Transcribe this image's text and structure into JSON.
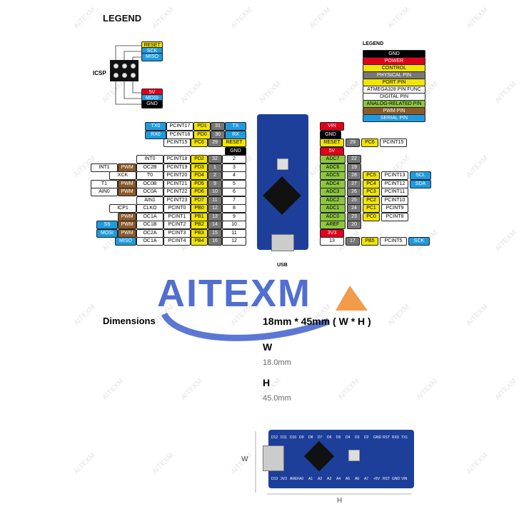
{
  "legend_title": "LEGEND",
  "legend_small_title": "LEGEND",
  "legend_items": [
    {
      "label": "GND",
      "bg": "#000000",
      "fg": "#ffffff"
    },
    {
      "label": "POWER",
      "bg": "#e0001b",
      "fg": "#ffffff"
    },
    {
      "label": "CONTROL",
      "bg": "#f2e500",
      "fg": "#000000"
    },
    {
      "label": "PHYSICAL PIN",
      "bg": "#777777",
      "fg": "#ffffff"
    },
    {
      "label": "PORT PIN",
      "bg": "#f2e500",
      "fg": "#000000"
    },
    {
      "label": "ATMEGA328 PIN FUNC",
      "bg": "#ffffff",
      "fg": "#000000"
    },
    {
      "label": "DIGITAL PIN",
      "bg": "#ffffff",
      "fg": "#000000"
    },
    {
      "label": "ANALOG-RELATED PIN",
      "bg": "#8dc63f",
      "fg": "#000000"
    },
    {
      "label": "PWM PIN",
      "bg": "#8b5a2b",
      "fg": "#ffffff"
    },
    {
      "label": "SERIAL PIN",
      "bg": "#1e9be0",
      "fg": "#ffffff"
    }
  ],
  "icsp": {
    "label": "ICSP",
    "top_labels": [
      "RESET",
      "SCK",
      "MISO"
    ],
    "bottom_labels": [
      "5V",
      "MOSI",
      "GND"
    ]
  },
  "left_rows": [
    [
      {
        "t": "TX0",
        "c": "serial"
      },
      {
        "t": "PCINT17",
        "c": "func"
      },
      {
        "t": "PD1",
        "c": "port"
      },
      {
        "t": "31",
        "c": "phys"
      },
      {
        "t": "TX",
        "c": "serial"
      }
    ],
    [
      {
        "t": "RX0",
        "c": "serial"
      },
      {
        "t": "PCINT16",
        "c": "func"
      },
      {
        "t": "PD0",
        "c": "port"
      },
      {
        "t": "30",
        "c": "phys"
      },
      {
        "t": "RX",
        "c": "serial"
      }
    ],
    [
      {
        "t": "PCINT15",
        "c": "func"
      },
      {
        "t": "PC6",
        "c": "port"
      },
      {
        "t": "29",
        "c": "phys"
      },
      {
        "t": "RESET",
        "c": "ctrl"
      }
    ],
    [
      {
        "t": "GND",
        "c": "gnd"
      }
    ],
    [
      {
        "t": "INT0",
        "c": "func"
      },
      {
        "t": "PCINT18",
        "c": "func"
      },
      {
        "t": "PD2",
        "c": "port"
      },
      {
        "t": "32",
        "c": "phys"
      },
      {
        "t": "2",
        "c": "digital"
      }
    ],
    [
      {
        "t": "INT1",
        "c": "func"
      },
      {
        "t": "PWM",
        "c": "pwm"
      },
      {
        "t": "OC2B",
        "c": "func"
      },
      {
        "t": "PCINT19",
        "c": "func"
      },
      {
        "t": "PD3",
        "c": "port"
      },
      {
        "t": "1",
        "c": "phys"
      },
      {
        "t": "3",
        "c": "digital"
      }
    ],
    [
      {
        "t": "XCK",
        "c": "func"
      },
      {
        "t": "T0",
        "c": "func"
      },
      {
        "t": "PCINT20",
        "c": "func"
      },
      {
        "t": "PD4",
        "c": "port"
      },
      {
        "t": "2",
        "c": "phys"
      },
      {
        "t": "4",
        "c": "digital"
      }
    ],
    [
      {
        "t": "T1",
        "c": "func"
      },
      {
        "t": "PWM",
        "c": "pwm"
      },
      {
        "t": "OC0B",
        "c": "func"
      },
      {
        "t": "PCINT21",
        "c": "func"
      },
      {
        "t": "PD5",
        "c": "port"
      },
      {
        "t": "9",
        "c": "phys"
      },
      {
        "t": "5",
        "c": "digital"
      }
    ],
    [
      {
        "t": "AIN0",
        "c": "func"
      },
      {
        "t": "PWM",
        "c": "pwm"
      },
      {
        "t": "OC0A",
        "c": "func"
      },
      {
        "t": "PCINT22",
        "c": "func"
      },
      {
        "t": "PD6",
        "c": "port"
      },
      {
        "t": "10",
        "c": "phys"
      },
      {
        "t": "6",
        "c": "digital"
      }
    ],
    [
      {
        "t": "AIN1",
        "c": "func"
      },
      {
        "t": "PCINT23",
        "c": "func"
      },
      {
        "t": "PD7",
        "c": "port"
      },
      {
        "t": "11",
        "c": "phys"
      },
      {
        "t": "7",
        "c": "digital"
      }
    ],
    [
      {
        "t": "ICP1",
        "c": "func"
      },
      {
        "t": "CLKO",
        "c": "func"
      },
      {
        "t": "PCINT0",
        "c": "func"
      },
      {
        "t": "PB0",
        "c": "port"
      },
      {
        "t": "12",
        "c": "phys"
      },
      {
        "t": "8",
        "c": "digital"
      }
    ],
    [
      {
        "t": "PWM",
        "c": "pwm"
      },
      {
        "t": "OC1A",
        "c": "func"
      },
      {
        "t": "PCINT1",
        "c": "func"
      },
      {
        "t": "PB1",
        "c": "port"
      },
      {
        "t": "13",
        "c": "phys"
      },
      {
        "t": "9",
        "c": "digital"
      }
    ],
    [
      {
        "t": "SS",
        "c": "serial"
      },
      {
        "t": "PWM",
        "c": "pwm"
      },
      {
        "t": "OC1B",
        "c": "func"
      },
      {
        "t": "PCINT2",
        "c": "func"
      },
      {
        "t": "PB2",
        "c": "port"
      },
      {
        "t": "14",
        "c": "phys"
      },
      {
        "t": "10",
        "c": "digital"
      }
    ],
    [
      {
        "t": "MOSI",
        "c": "serial"
      },
      {
        "t": "PWM",
        "c": "pwm"
      },
      {
        "t": "OC2A",
        "c": "func"
      },
      {
        "t": "PCINT3",
        "c": "func"
      },
      {
        "t": "PB3",
        "c": "port"
      },
      {
        "t": "15",
        "c": "phys"
      },
      {
        "t": "11",
        "c": "digital"
      }
    ],
    [
      {
        "t": "MISO",
        "c": "serial"
      },
      {
        "t": "OC1A",
        "c": "func"
      },
      {
        "t": "PCINT4",
        "c": "func"
      },
      {
        "t": "PB4",
        "c": "port"
      },
      {
        "t": "16",
        "c": "phys"
      },
      {
        "t": "12",
        "c": "digital"
      }
    ]
  ],
  "right_rows": [
    [
      {
        "t": "VIN",
        "c": "power"
      }
    ],
    [
      {
        "t": "GND",
        "c": "gnd"
      }
    ],
    [
      {
        "t": "RESET",
        "c": "ctrl"
      },
      {
        "t": "29",
        "c": "phys"
      },
      {
        "t": "PC6",
        "c": "port"
      },
      {
        "t": "PCINT15",
        "c": "func"
      }
    ],
    [
      {
        "t": "5V",
        "c": "power"
      }
    ],
    [
      {
        "t": "ADC7",
        "c": "analog"
      },
      {
        "t": "22",
        "c": "phys"
      }
    ],
    [
      {
        "t": "ADC6",
        "c": "analog"
      },
      {
        "t": "19",
        "c": "phys"
      }
    ],
    [
      {
        "t": "ADC5",
        "c": "analog"
      },
      {
        "t": "28",
        "c": "phys"
      },
      {
        "t": "PC5",
        "c": "port"
      },
      {
        "t": "PCINT13",
        "c": "func"
      },
      {
        "t": "SCL",
        "c": "serial"
      }
    ],
    [
      {
        "t": "ADC4",
        "c": "analog"
      },
      {
        "t": "27",
        "c": "phys"
      },
      {
        "t": "PC4",
        "c": "port"
      },
      {
        "t": "PCINT12",
        "c": "func"
      },
      {
        "t": "SDA",
        "c": "serial"
      }
    ],
    [
      {
        "t": "ADC3",
        "c": "analog"
      },
      {
        "t": "26",
        "c": "phys"
      },
      {
        "t": "PC3",
        "c": "port"
      },
      {
        "t": "PCINT11",
        "c": "func"
      }
    ],
    [
      {
        "t": "ADC2",
        "c": "analog"
      },
      {
        "t": "25",
        "c": "phys"
      },
      {
        "t": "PC2",
        "c": "port"
      },
      {
        "t": "PCINT10",
        "c": "func"
      }
    ],
    [
      {
        "t": "ADC1",
        "c": "analog"
      },
      {
        "t": "24",
        "c": "phys"
      },
      {
        "t": "PC1",
        "c": "port"
      },
      {
        "t": "PCINT9",
        "c": "func"
      }
    ],
    [
      {
        "t": "ADC0",
        "c": "analog"
      },
      {
        "t": "23",
        "c": "phys"
      },
      {
        "t": "PC0",
        "c": "port"
      },
      {
        "t": "PCINT8",
        "c": "func"
      }
    ],
    [
      {
        "t": "AREF",
        "c": "analog"
      },
      {
        "t": "20",
        "c": "phys"
      }
    ],
    [
      {
        "t": "3V3",
        "c": "power"
      }
    ],
    [
      {
        "t": "13",
        "c": "digital"
      },
      {
        "t": "17",
        "c": "phys"
      },
      {
        "t": "PB5",
        "c": "port"
      },
      {
        "t": "PCINT5",
        "c": "func"
      },
      {
        "t": "SCK",
        "c": "serial"
      }
    ]
  ],
  "usb_label": "USB",
  "watermark": "AITEXM",
  "logo_text": "AITEXM",
  "dimensions": {
    "heading": "Dimensions",
    "value": "18mm * 45mm ( W * H )",
    "w_label": "W",
    "w_value": "18.0mm",
    "h_label": "H",
    "h_value": "45.0mm",
    "w_axis": "W",
    "h_axis": "H"
  },
  "board_top_labels": [
    "D12",
    "D11",
    "D10",
    "D9",
    "D8",
    "D7",
    "D6",
    "D5",
    "D4",
    "D3",
    "D2",
    "GND",
    "RST",
    "RX0",
    "TX1"
  ],
  "board_bottom_labels": [
    "D13",
    "3V3",
    "AREF",
    "A0",
    "A1",
    "A2",
    "A3",
    "A4",
    "A5",
    "A6",
    "A7",
    "+5V",
    "RST",
    "GND",
    "VIN"
  ],
  "colors": {
    "serial": "#1e9be0",
    "func": "#ffffff",
    "port": "#f2e500",
    "phys": "#777777",
    "ctrl": "#f2e500",
    "gnd": "#000000",
    "digital": "#ffffff",
    "pwm": "#8b5a2b",
    "analog": "#8dc63f",
    "power": "#e0001b",
    "board": "#1d3f9a",
    "logo_blue": "#3355c8",
    "logo_orange": "#f08a2a"
  }
}
